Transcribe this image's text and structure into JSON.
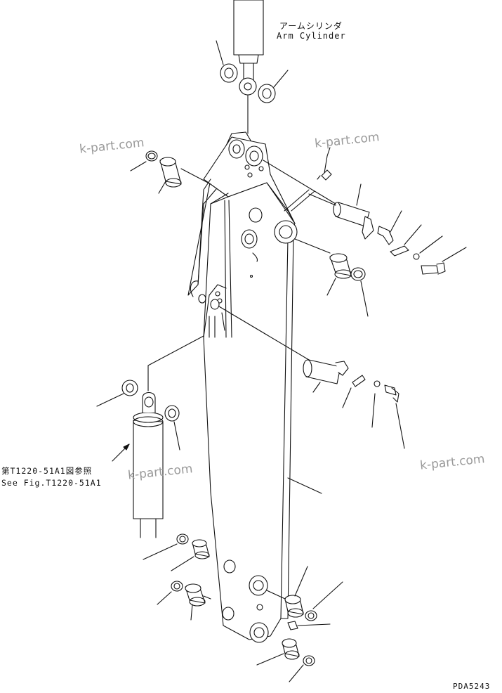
{
  "labels": {
    "arm_cylinder_jp": "アームシリンダ",
    "arm_cylinder_en": "Arm Cylinder",
    "ref_jp": "第T1220-51A1図参照",
    "ref_en": "See Fig.T1220-51A1",
    "drawing_code": "PDA5243"
  },
  "watermarks": [
    "k-part.com",
    "k-part.com",
    "k-part.com",
    "k-part.com"
  ],
  "colors": {
    "line": "#111111",
    "watermark": "#9a9a9a",
    "background": "#ffffff"
  }
}
